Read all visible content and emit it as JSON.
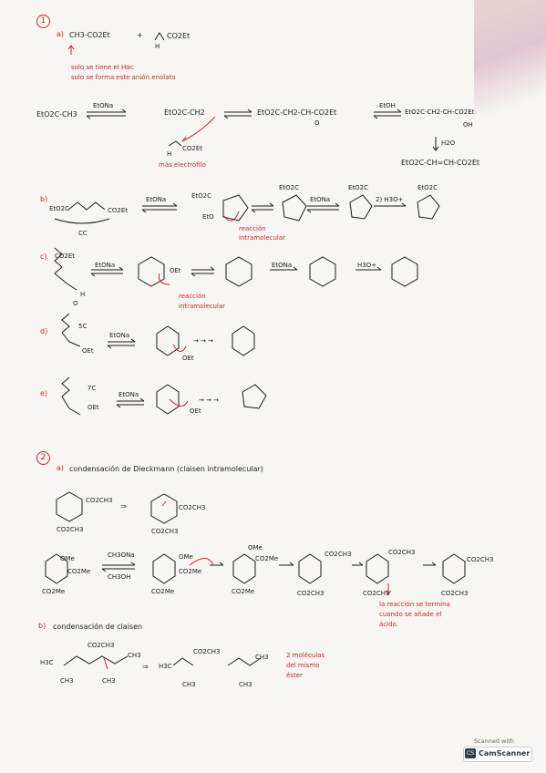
{
  "q1": {
    "num": "1",
    "a_label": "a)",
    "a_reagent1": "CH3-CO2Et",
    "a_plus": "+",
    "a_reagent2": "CO2Et",
    "a_h": "H",
    "a_note1": "solo se tiene el Hαc",
    "a_note2": "solo se forma este anión enolato",
    "row1_start": "EtO2C-CH3",
    "row1_cond": "EtONa",
    "row1_mid": "EtO2C-CH2",
    "row1_add": "EtO2C-CH2-CH-CO2Et",
    "row1_o": "O",
    "row1_cond2": "EtOH",
    "row1_prod": "EtO2C-CH2-CH-CO2Et",
    "row1_oh": "OH",
    "h2o": "H2O",
    "row2_prod": "EtO2C-CH=CH-CO2Et",
    "elec_group": "CO2Et",
    "elec_h": "H",
    "elec_note": "más electrófilo",
    "b_label": "b)",
    "b_start1": "EtO2C",
    "b_start2": "CO2Et",
    "b_cc": "CC",
    "b_cond": "EtONa",
    "b_int": "EtO2C",
    "b_eto": "EtO",
    "b_note1": "reacción",
    "b_note2": "intramolecular",
    "b_cond2": "EtONa",
    "b_ester1": "EtO2C",
    "b_ester2": "EtO2C",
    "b_ester3": "EtO2C",
    "b_cond3": "2) H3O+",
    "c_label": "c)",
    "c_group": "CO2Et",
    "c_h": "H",
    "c_o": "O",
    "c_cond": "EtONa",
    "c_oet": "OEt",
    "c_note1": "reacción",
    "c_note2": "intramolecular",
    "c_cond2": "EtONa",
    "c_cond3": "H3O+",
    "d_label": "d)",
    "d_5c": "5C",
    "d_oet": "OEt",
    "d_cond": "EtONa",
    "d_oet2": "OEt",
    "d_arrows": "→ → →",
    "e_label": "e)",
    "e_7c": "7C",
    "e_oet": "OEt",
    "e_cond": "EtONa",
    "e_oet2": "OEt",
    "e_arrows": "→ → →"
  },
  "q2": {
    "num": "2",
    "a_label": "a)",
    "a_title": "condensación de Dieckmann (claisen intramolecular)",
    "a_g1": "CO2CH3",
    "a_g2": "CO2CH3",
    "a_g3": "CO2CH3",
    "a_g4": "CO2CH3",
    "a_implies": "⇒",
    "seq_ome": "OMe",
    "seq_co2me": "CO2Me",
    "seq_co2me_b": "CO2Me",
    "cond_top": "CH3ONa",
    "cond_bot": "CH3OH",
    "seq2_ome": "OMe",
    "seq2_co2me": "CO2Me",
    "seq2_co2me_b": "CO2Me",
    "seq3_ome": "OMe",
    "seq3_co2me": "CO2Me",
    "seq3_co2me_b": "CO2Me",
    "seq4_g": "CO2CH3",
    "seq4_b": "CO2CH3",
    "seq5_g": "CO2CH3",
    "seq5_b": "CO2CH3",
    "seq6_g": "CO2CH3",
    "seq6_b": "CO2CH3",
    "end_note1": "la reacción se termina",
    "end_note2": "cuando se añade el",
    "end_note3": "ácido.",
    "b_label": "b)",
    "b_title": "condensación de claisen",
    "b_top": "CO2CH3",
    "b_h3c": "H3C",
    "b_ch3a": "CH3",
    "b_ch3b": "CH3",
    "b_ch3c": "CH3",
    "b_implies": "⇒",
    "b_h3c2": "H3C",
    "b_co2": "CO2CH3",
    "b_ch3d": "CH3",
    "b_ch3e": "CH3",
    "b_ch3f": "CH3",
    "b_note1": "2 moléculas",
    "b_note2": "del mismo",
    "b_note3": "éster"
  },
  "badge": {
    "small": "Scanned with",
    "name": "CamScanner"
  },
  "colors": {
    "ink": "#1b1b1b",
    "red": "#c8262a"
  }
}
